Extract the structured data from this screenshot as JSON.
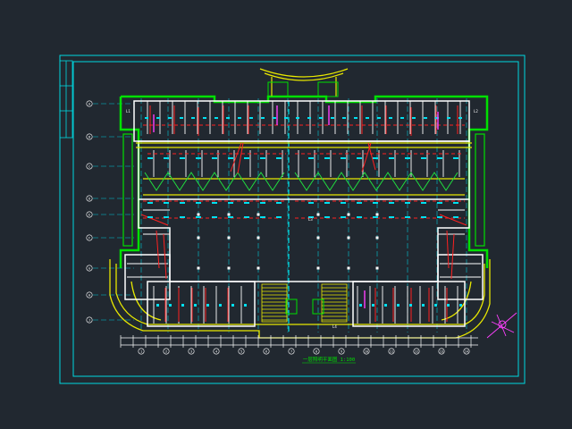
{
  "colors": {
    "background": "#212830",
    "frame": "#00d8e0",
    "wall": "#ffffff",
    "outer_wall": "#00e000",
    "wiring": "#ff2020",
    "corridor": "#ffff00",
    "grid": "#00c8d8",
    "accent": "#ff40ff"
  },
  "grid": {
    "columns": [
      "1",
      "2",
      "3",
      "4",
      "5",
      "6",
      "7",
      "8",
      "9",
      "10",
      "11",
      "12",
      "13",
      "14"
    ],
    "rows": [
      "A",
      "B",
      "C",
      "D",
      "E",
      "F",
      "G",
      "H",
      "J"
    ]
  },
  "room_tags": [
    "L1",
    "L2",
    "L3",
    "L4"
  ],
  "drawing_title": "一层照明平面图 1:100"
}
